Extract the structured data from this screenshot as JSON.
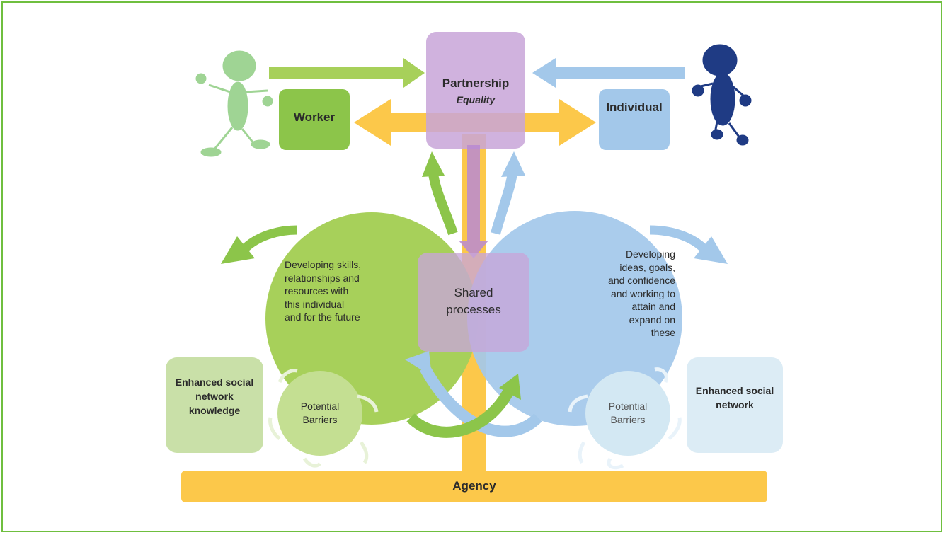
{
  "labels": {
    "partnership": "Partnership",
    "equality": "Equality",
    "worker": "Worker",
    "individual": "Individual",
    "shared_processes": "Shared processes",
    "worker_text": "Developing skills, relationships and resources with this individual and for the future",
    "individual_text": "Developing ideas, goals, and confidence and working to attain and expand on these",
    "left_network": "Enhanced social network knowledge",
    "right_network": "Enhanced social network",
    "potential_barriers_left": "Potential Barriers",
    "potential_barriers_right": "Potential Barriers",
    "agency": "Agency"
  },
  "colors": {
    "green": "#a7d05a",
    "green_dark": "#8cc54a",
    "blue": "#a3c8ea",
    "orange": "#fcc84a",
    "purple": "#c8a5d8",
    "navy": "#1f3b84",
    "figure_green": "#9fd494"
  },
  "icons": [
    "worker-figure-icon",
    "individual-figure-icon"
  ]
}
